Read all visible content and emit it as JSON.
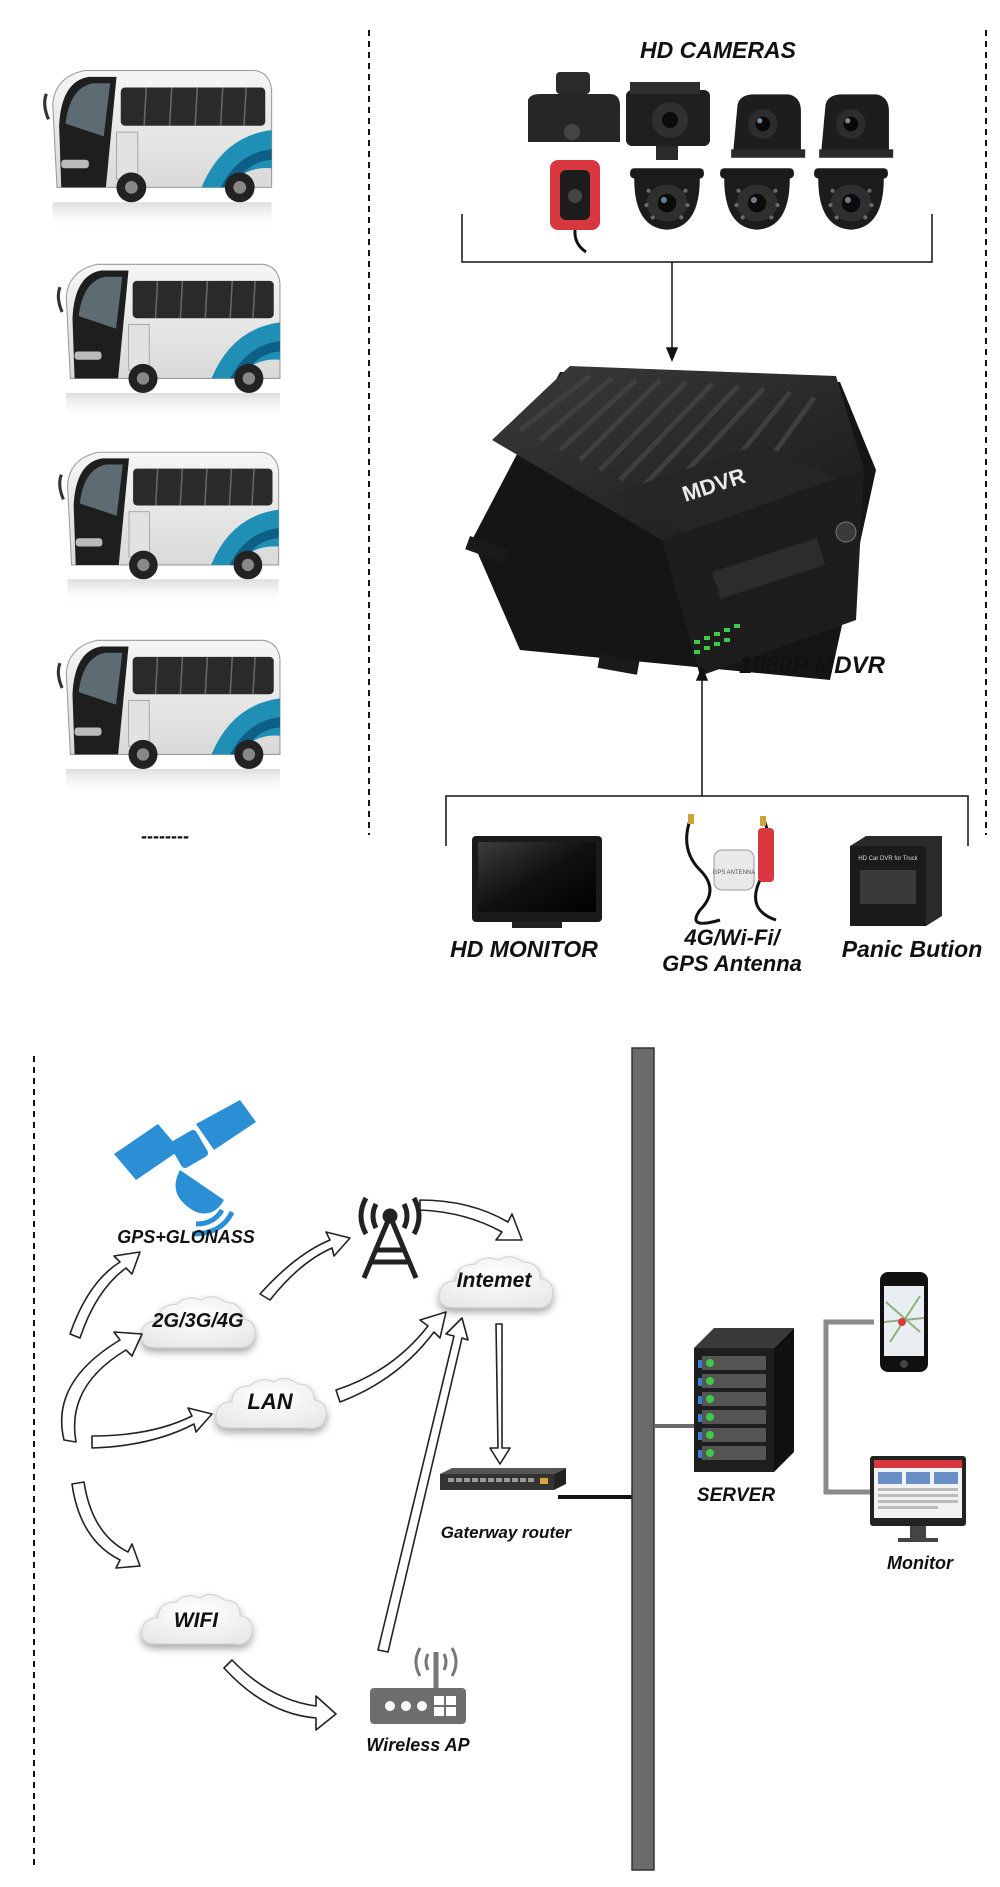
{
  "top": {
    "cameras_label": "HD CAMERAS",
    "mdvr_device_text": "MDVR",
    "mdvr_label": "1080P MDVR",
    "bus_ellipsis": "--------",
    "peripherals": [
      {
        "label_lines": [
          "HD MONITOR"
        ]
      },
      {
        "label_lines": [
          "4G/Wi-Fi/",
          "GPS Antenna"
        ]
      },
      {
        "label_lines": [
          "Panic Bution"
        ]
      }
    ],
    "antenna_tag": "GPS ANTENNA",
    "panic_box_text": "HD Car DVR for Truck",
    "bus_count": 4,
    "camera_count": 8
  },
  "bottom": {
    "satellite_label": "GPS+GLONASS",
    "clouds": {
      "cellular": "2G/3G/4G",
      "lan": "LAN",
      "wifi": "WIFI",
      "internet": "Intemet"
    },
    "router_label": "Gaterway router",
    "ap_label": "Wireless AP",
    "server_label": "SERVER",
    "monitor_label": "Monitor"
  },
  "colors": {
    "line": "#111111",
    "satellite_blue": "#2b8fd6",
    "server_bar": "#6b6b6b",
    "device_dark": "#222222",
    "led_green": "#3ec94a",
    "panic_red": "#d9373f"
  }
}
